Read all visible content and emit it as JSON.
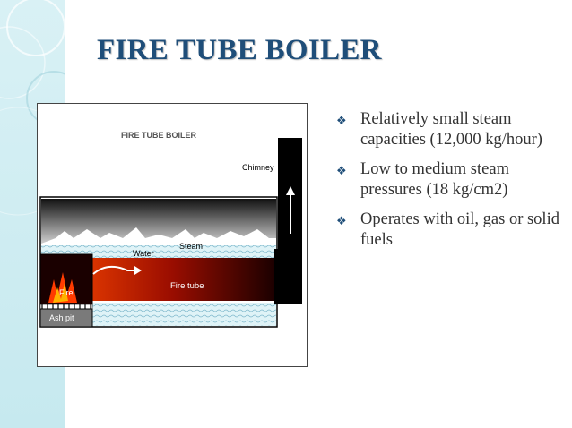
{
  "slide": {
    "title": "FIRE TUBE BOILER",
    "accent_color": "#1f4e79",
    "background_band_color": "#d9f1f5"
  },
  "diagram": {
    "heading": "FIRE TUBE BOILER",
    "labels": {
      "chimney": "Chimney",
      "steam": "Steam",
      "water": "Water",
      "fire_tube": "Fire tube",
      "fire": "Fire",
      "ash_pit": "Ash pit"
    }
  },
  "bullets": [
    {
      "icon": "diamond-bullet-icon",
      "text": "Relatively small steam capacities (12,000 kg/hour)"
    },
    {
      "icon": "diamond-bullet-icon",
      "text": "Low to medium steam pressures (18 kg/cm2)"
    },
    {
      "icon": "diamond-bullet-icon",
      "text": "Operates with oil, gas or solid fuels"
    }
  ]
}
